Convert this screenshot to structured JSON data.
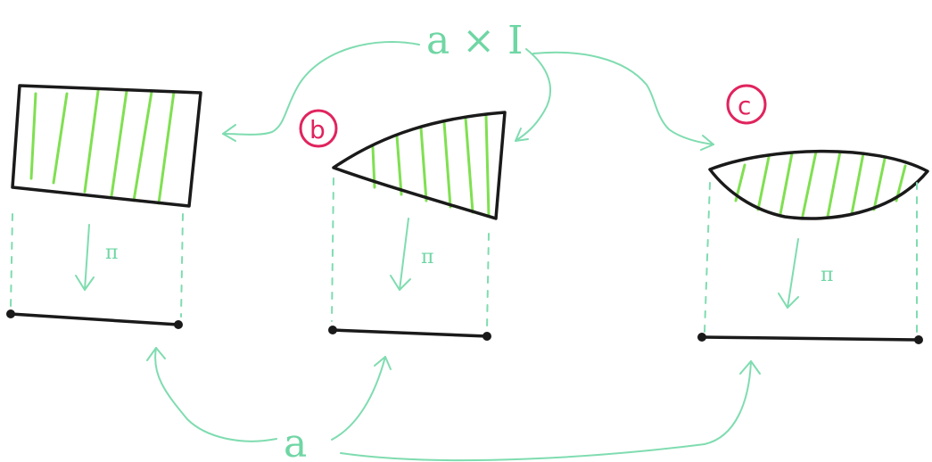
{
  "labels": {
    "top": "a × I",
    "bottom": "a",
    "projection": "π",
    "case_b": "b",
    "case_c": "c"
  },
  "colors": {
    "hatch": "#7fe050",
    "arrows": "#7fdcb0",
    "outline": "#1a1a1a",
    "case_markers": "#e0245e"
  }
}
